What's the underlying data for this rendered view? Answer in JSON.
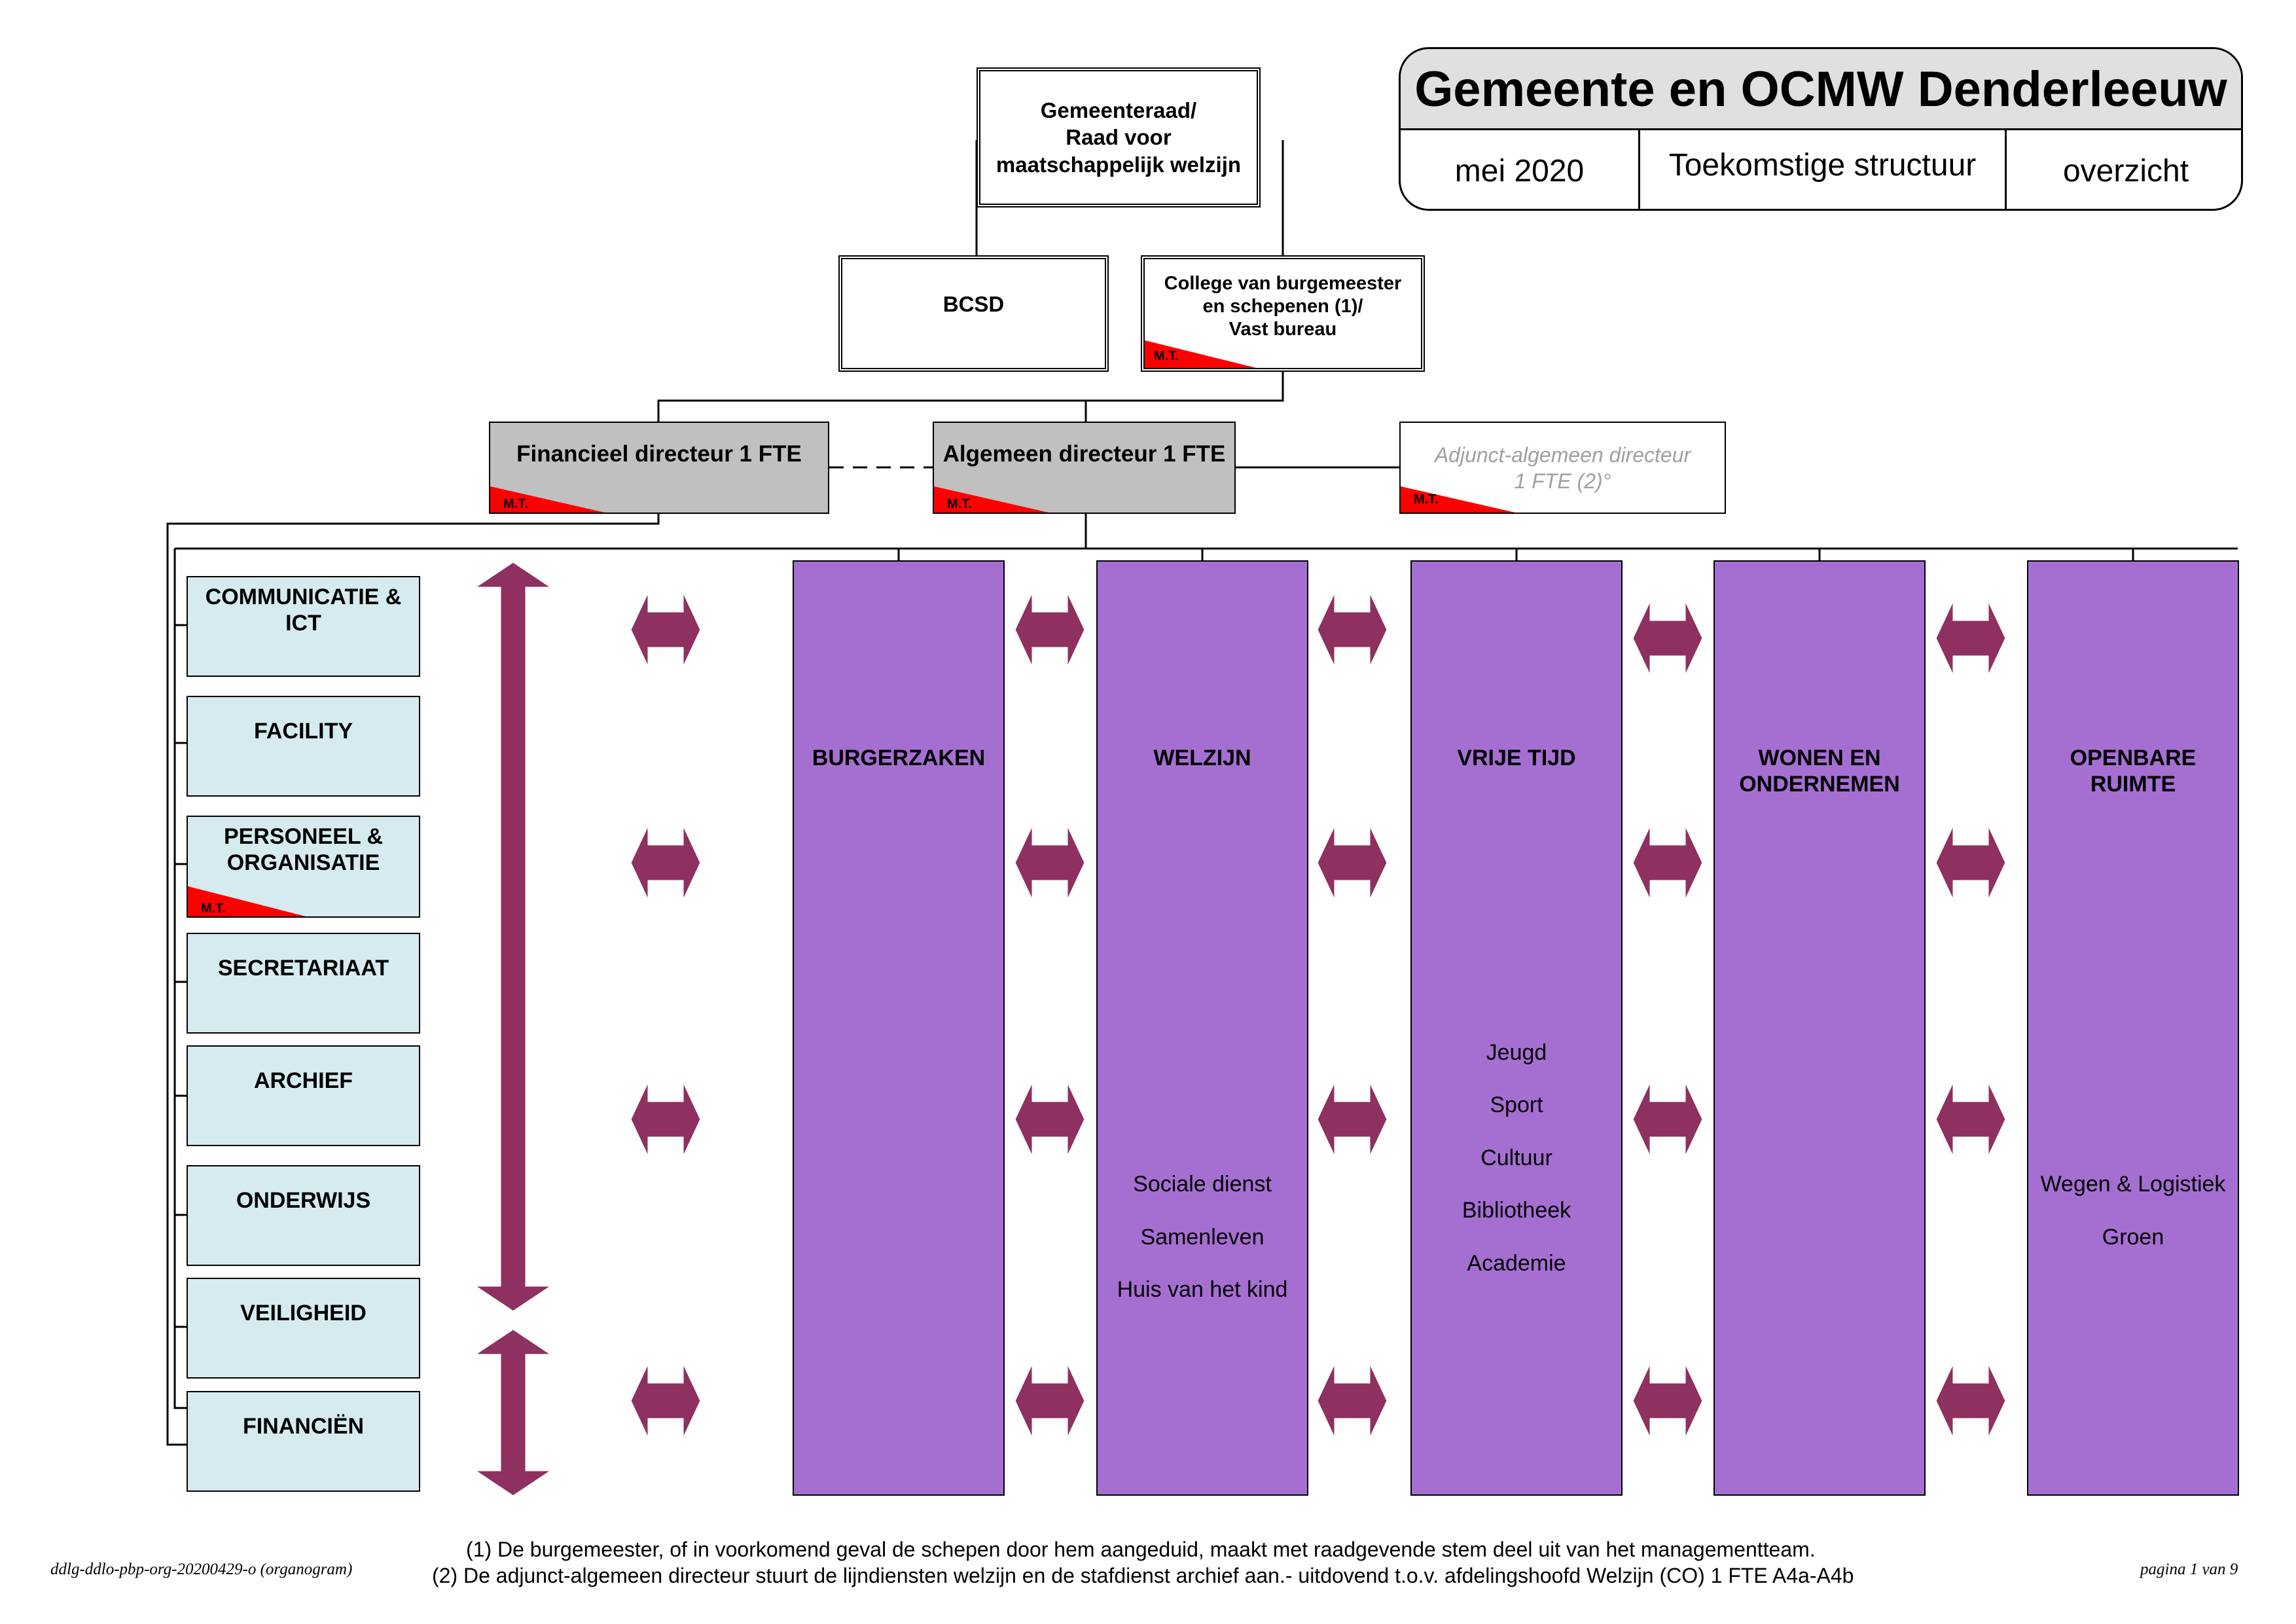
{
  "header": {
    "title": "Gemeente en OCMW Denderleeuw",
    "date": "mei 2020",
    "subtitle": "Toekomstige structuur",
    "view": "overzicht"
  },
  "governance": {
    "council_line1": "Gemeenteraad/",
    "council_line2": "Raad voor",
    "council_line3": "maatschappelijk welzijn",
    "bcsd": "BCSD",
    "college_line1": "College van burgemeester",
    "college_line2": "en schepenen (1)/",
    "college_line3": "Vast bureau"
  },
  "directors": {
    "financial": "Financieel directeur 1 FTE",
    "general": "Algemeen directeur 1 FTE",
    "adjunct_line1": "Adjunct-algemeen directeur",
    "adjunct_line2": "1 FTE (2)°"
  },
  "mt_label": "M.T.",
  "staff_services": [
    {
      "line1": "COMMUNICATIE &",
      "line2": "ICT"
    },
    {
      "line1": "FACILITY",
      "line2": ""
    },
    {
      "line1": "PERSONEEL &",
      "line2": "ORGANISATIE"
    },
    {
      "line1": "SECRETARIAAT",
      "line2": ""
    },
    {
      "line1": "ARCHIEF",
      "line2": ""
    },
    {
      "line1": "ONDERWIJS",
      "line2": ""
    },
    {
      "line1": "VEILIGHEID",
      "line2": ""
    },
    {
      "line1": "FINANCIËN",
      "line2": ""
    }
  ],
  "departments": [
    {
      "title1": "BURGERZAKEN",
      "title2": "",
      "items": []
    },
    {
      "title1": "WELZIJN",
      "title2": "",
      "items": [
        "Sociale dienst",
        "Samenleven",
        "Huis van het kind"
      ]
    },
    {
      "title1": "VRIJE TIJD",
      "title2": "",
      "items": [
        "Jeugd",
        "Sport",
        "Cultuur",
        "Bibliotheek",
        "Academie"
      ]
    },
    {
      "title1": "WONEN EN",
      "title2": "ONDERNEMEN",
      "items": []
    },
    {
      "title1": "OPENBARE",
      "title2": "RUIMTE",
      "items": [
        "Wegen & Logistiek",
        "Groen"
      ]
    }
  ],
  "footer": {
    "doc_ref": "ddlg-ddlo-pbp-org-20200429-o (organogram)",
    "note1": "(1) De burgemeester, of in voorkomend geval de schepen door hem aangeduid, maakt met raadgevende stem deel uit van het managementteam.",
    "note2": "(2) De adjunct-algemeen directeur stuurt de lijndiensten welzijn en de stafdienst archief aan.- uitdovend t.o.v. afdelingshoofd Welzijn (CO) 1 FTE A4a-A4b",
    "page": "pagina 1 van 9"
  },
  "colors": {
    "staff_fill": "#d5ebef",
    "department_fill": "#a56fd2",
    "arrow_fill": "#8e3060",
    "director_fill": "#c0c0c0",
    "mt_marker": "#ff0000"
  }
}
